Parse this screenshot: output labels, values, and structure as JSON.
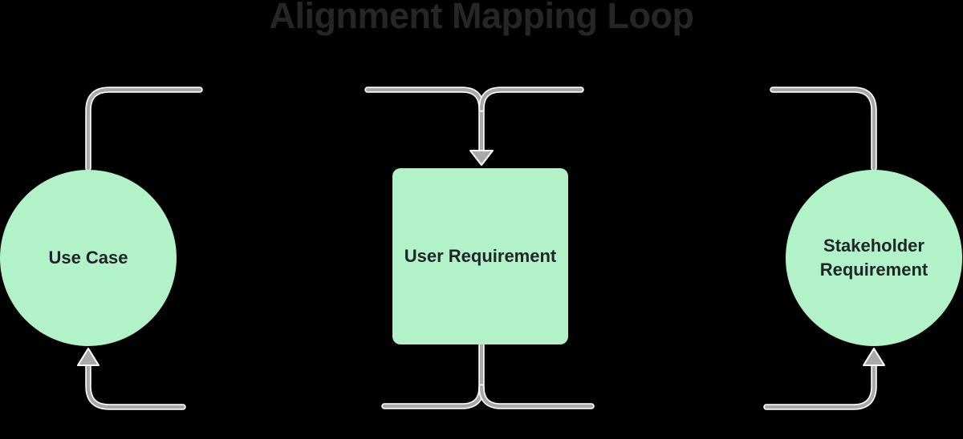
{
  "title": {
    "text": "Alignment Mapping Loop"
  },
  "colors": {
    "background": "#000000",
    "title_color": "#262626",
    "node_fill": "#b2f2c9",
    "node_text": "#20242b",
    "connector": "#a9a9a9",
    "connector_outline": "#ffffff"
  },
  "nodes": [
    {
      "id": "use-case",
      "label": "Use Case",
      "shape": "circle"
    },
    {
      "id": "user-requirement",
      "label": "User Requirement",
      "shape": "rounded-square"
    },
    {
      "id": "stakeholder-requirement",
      "label": "Stakeholder Requirement",
      "shape": "circle"
    }
  ],
  "connectors": [
    {
      "id": "top-left",
      "arrowhead": "none"
    },
    {
      "id": "top-center",
      "arrowhead": "down-into-user-requirement"
    },
    {
      "id": "top-right",
      "arrowhead": "none"
    },
    {
      "id": "bottom-left",
      "arrowhead": "up-into-use-case"
    },
    {
      "id": "bottom-center",
      "arrowhead": "none"
    },
    {
      "id": "bottom-right",
      "arrowhead": "up-into-stakeholder-requirement"
    }
  ]
}
